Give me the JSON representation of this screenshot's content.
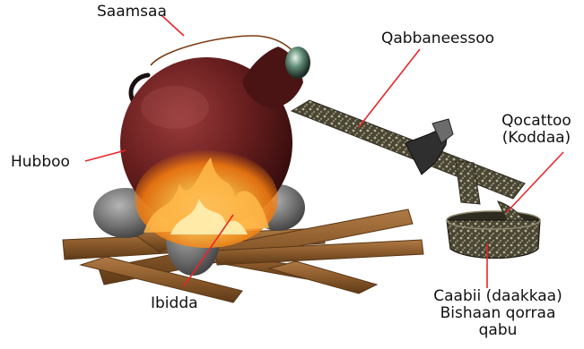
{
  "diagram": {
    "labels": {
      "saamsaa": "Saamsaa",
      "qabbaneessoo": "Qabbaneessoo",
      "hubboo": "Hubboo",
      "qocattoo_line1": "Qocattoo",
      "qocattoo_line2": "(Koddaa)",
      "ibidda": "Ibidda",
      "caabii_line1": "Caabii (daakkaa)",
      "caabii_line2": "Bishaan qorraa",
      "caabii_line3": "qabu"
    },
    "colors": {
      "pointer": "#e8262b",
      "pot": "#5a1a1a",
      "wood": "#8b5a2b",
      "stone": "#7a7a7a",
      "fire": "#f59a1c",
      "cooling_tube": "#5e5a44",
      "handle": "#7a3b12"
    }
  }
}
